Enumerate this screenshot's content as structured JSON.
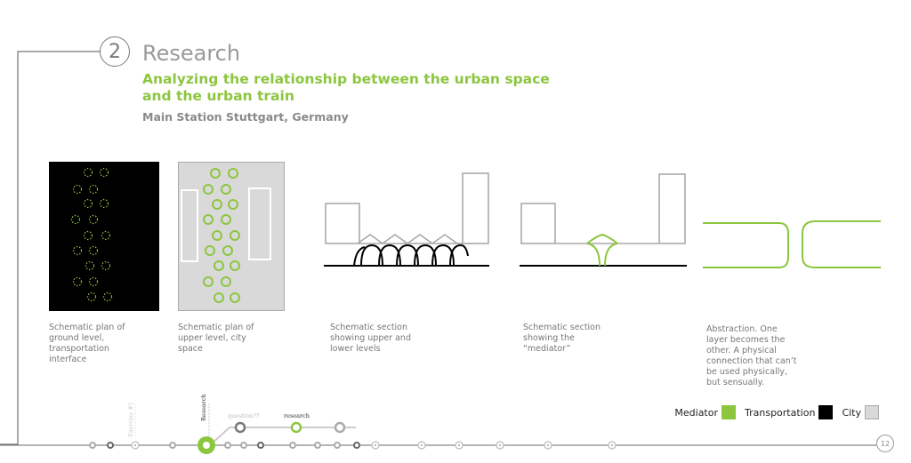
{
  "header": {
    "step_number": "2",
    "title": "Research",
    "subtitle_line1": "Analyzing the relationship between the urban space",
    "subtitle_line2": "and the urban train",
    "location": "Main Station Stuttgart, Germany"
  },
  "panels": [
    {
      "caption": [
        "Schematic plan of",
        "ground level,",
        "transportation",
        "interface"
      ]
    },
    {
      "caption": [
        "Schematic plan of",
        "upper level, city",
        "space"
      ]
    },
    {
      "caption": [
        "Schematic section",
        "showing upper and",
        "lower levels"
      ]
    },
    {
      "caption": [
        "Schematic section",
        "showing the",
        "“mediator”"
      ]
    },
    {
      "caption": [
        "Abstraction. One",
        "layer becomes the",
        "other. A physical",
        "connection that can’t",
        "be used physically,",
        "but sensually."
      ]
    }
  ],
  "legend": {
    "items": [
      {
        "label": "Mediator",
        "color": "#8cc63f"
      },
      {
        "label": "Transportation",
        "color": "#000000"
      },
      {
        "label": "City",
        "color": "#d9d9d9"
      }
    ]
  },
  "timeline": {
    "label_exercise": "Exercise #1",
    "label_research_vertical": "Research",
    "label_question": "question??",
    "label_research": "research"
  },
  "page_number": "12",
  "colors": {
    "accent": "#8cc63f",
    "city": "#d9d9d9",
    "transport": "#000000"
  }
}
